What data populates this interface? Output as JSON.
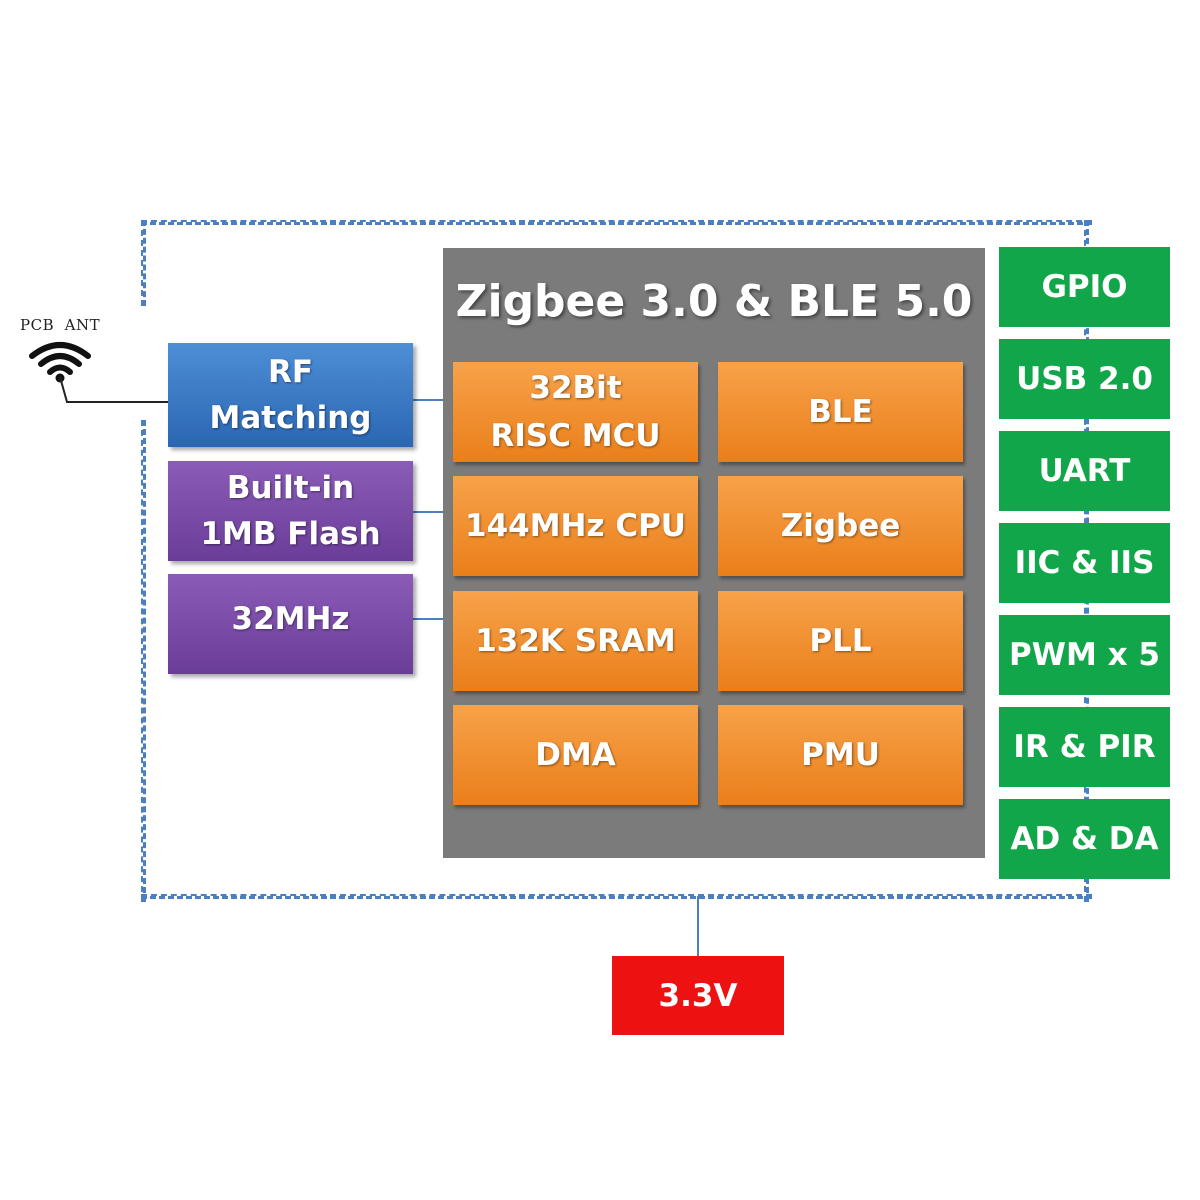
{
  "antenna": {
    "label": "PCB  ANT",
    "icon": "wifi-icon"
  },
  "chip": {
    "title": "Zigbee 3.0 & BLE 5.0",
    "blocks": [
      {
        "lines": [
          "32Bit",
          "RISC MCU"
        ]
      },
      {
        "lines": [
          "BLE"
        ]
      },
      {
        "lines": [
          "144MHz CPU"
        ]
      },
      {
        "lines": [
          "Zigbee"
        ]
      },
      {
        "lines": [
          "132K SRAM"
        ]
      },
      {
        "lines": [
          "PLL"
        ]
      },
      {
        "lines": [
          "DMA"
        ]
      },
      {
        "lines": [
          "PMU"
        ]
      }
    ]
  },
  "left_blocks": [
    {
      "lines": [
        "RF",
        "Matching"
      ]
    },
    {
      "lines": [
        "Built-in",
        "1MB Flash"
      ]
    },
    {
      "lines": [
        "32MHz"
      ]
    }
  ],
  "peripherals": [
    "GPIO",
    "USB 2.0",
    "UART",
    "IIC & IIS",
    "PWM x 5",
    "IR & PIR",
    "AD & DA"
  ],
  "power": "3.3V",
  "colors": {
    "rf": "#2b66b3",
    "flash": "#6a3d98",
    "chip_bg": "#7b7b7b",
    "core_block": "#ea7f1a",
    "peripheral": "#12a64a",
    "power": "#ee1111",
    "border": "#4a7fc1"
  }
}
